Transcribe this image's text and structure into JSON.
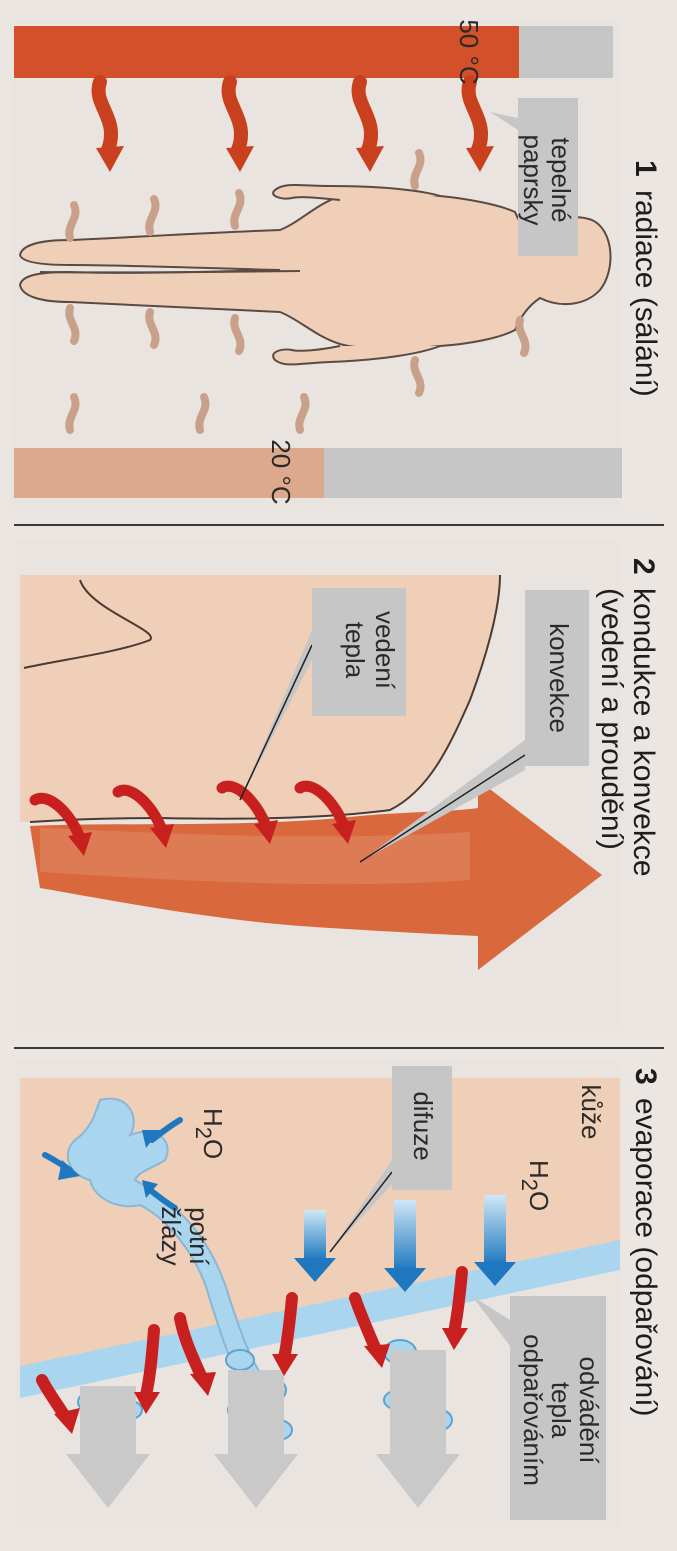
{
  "panels": [
    {
      "number": "1",
      "title": "radiace (sálání)",
      "hot_temp": "50 °C",
      "cold_temp": "20  °C",
      "label_rays": [
        "tepelné",
        "paprsky"
      ]
    },
    {
      "number": "2",
      "title_line1": "kondukce a konvekce",
      "title_line2": "(vedení a proudění)",
      "label_conduction": [
        "vedení",
        "tepla"
      ],
      "label_convection": "konvekce"
    },
    {
      "number": "3",
      "title": "evaporace (odpařování)",
      "label_skin": "kůže",
      "label_h2o": "H",
      "label_h2o_sub": "2",
      "label_h2o_o": "O",
      "label_diffusion": "difuze",
      "label_glands": [
        "potní",
        "žlázy"
      ],
      "label_evap_heat": [
        "odvádění",
        "tepla",
        "odpařováním"
      ]
    }
  ],
  "colors": {
    "hot": "#d9542c",
    "warm_arrow": "#c8401e",
    "skin": "#efcfb7",
    "cold_bar": "#dba98b",
    "gray": "#c9c9c9",
    "water": "#a9d6ee",
    "blue_arrow": "#2a7fc0"
  }
}
